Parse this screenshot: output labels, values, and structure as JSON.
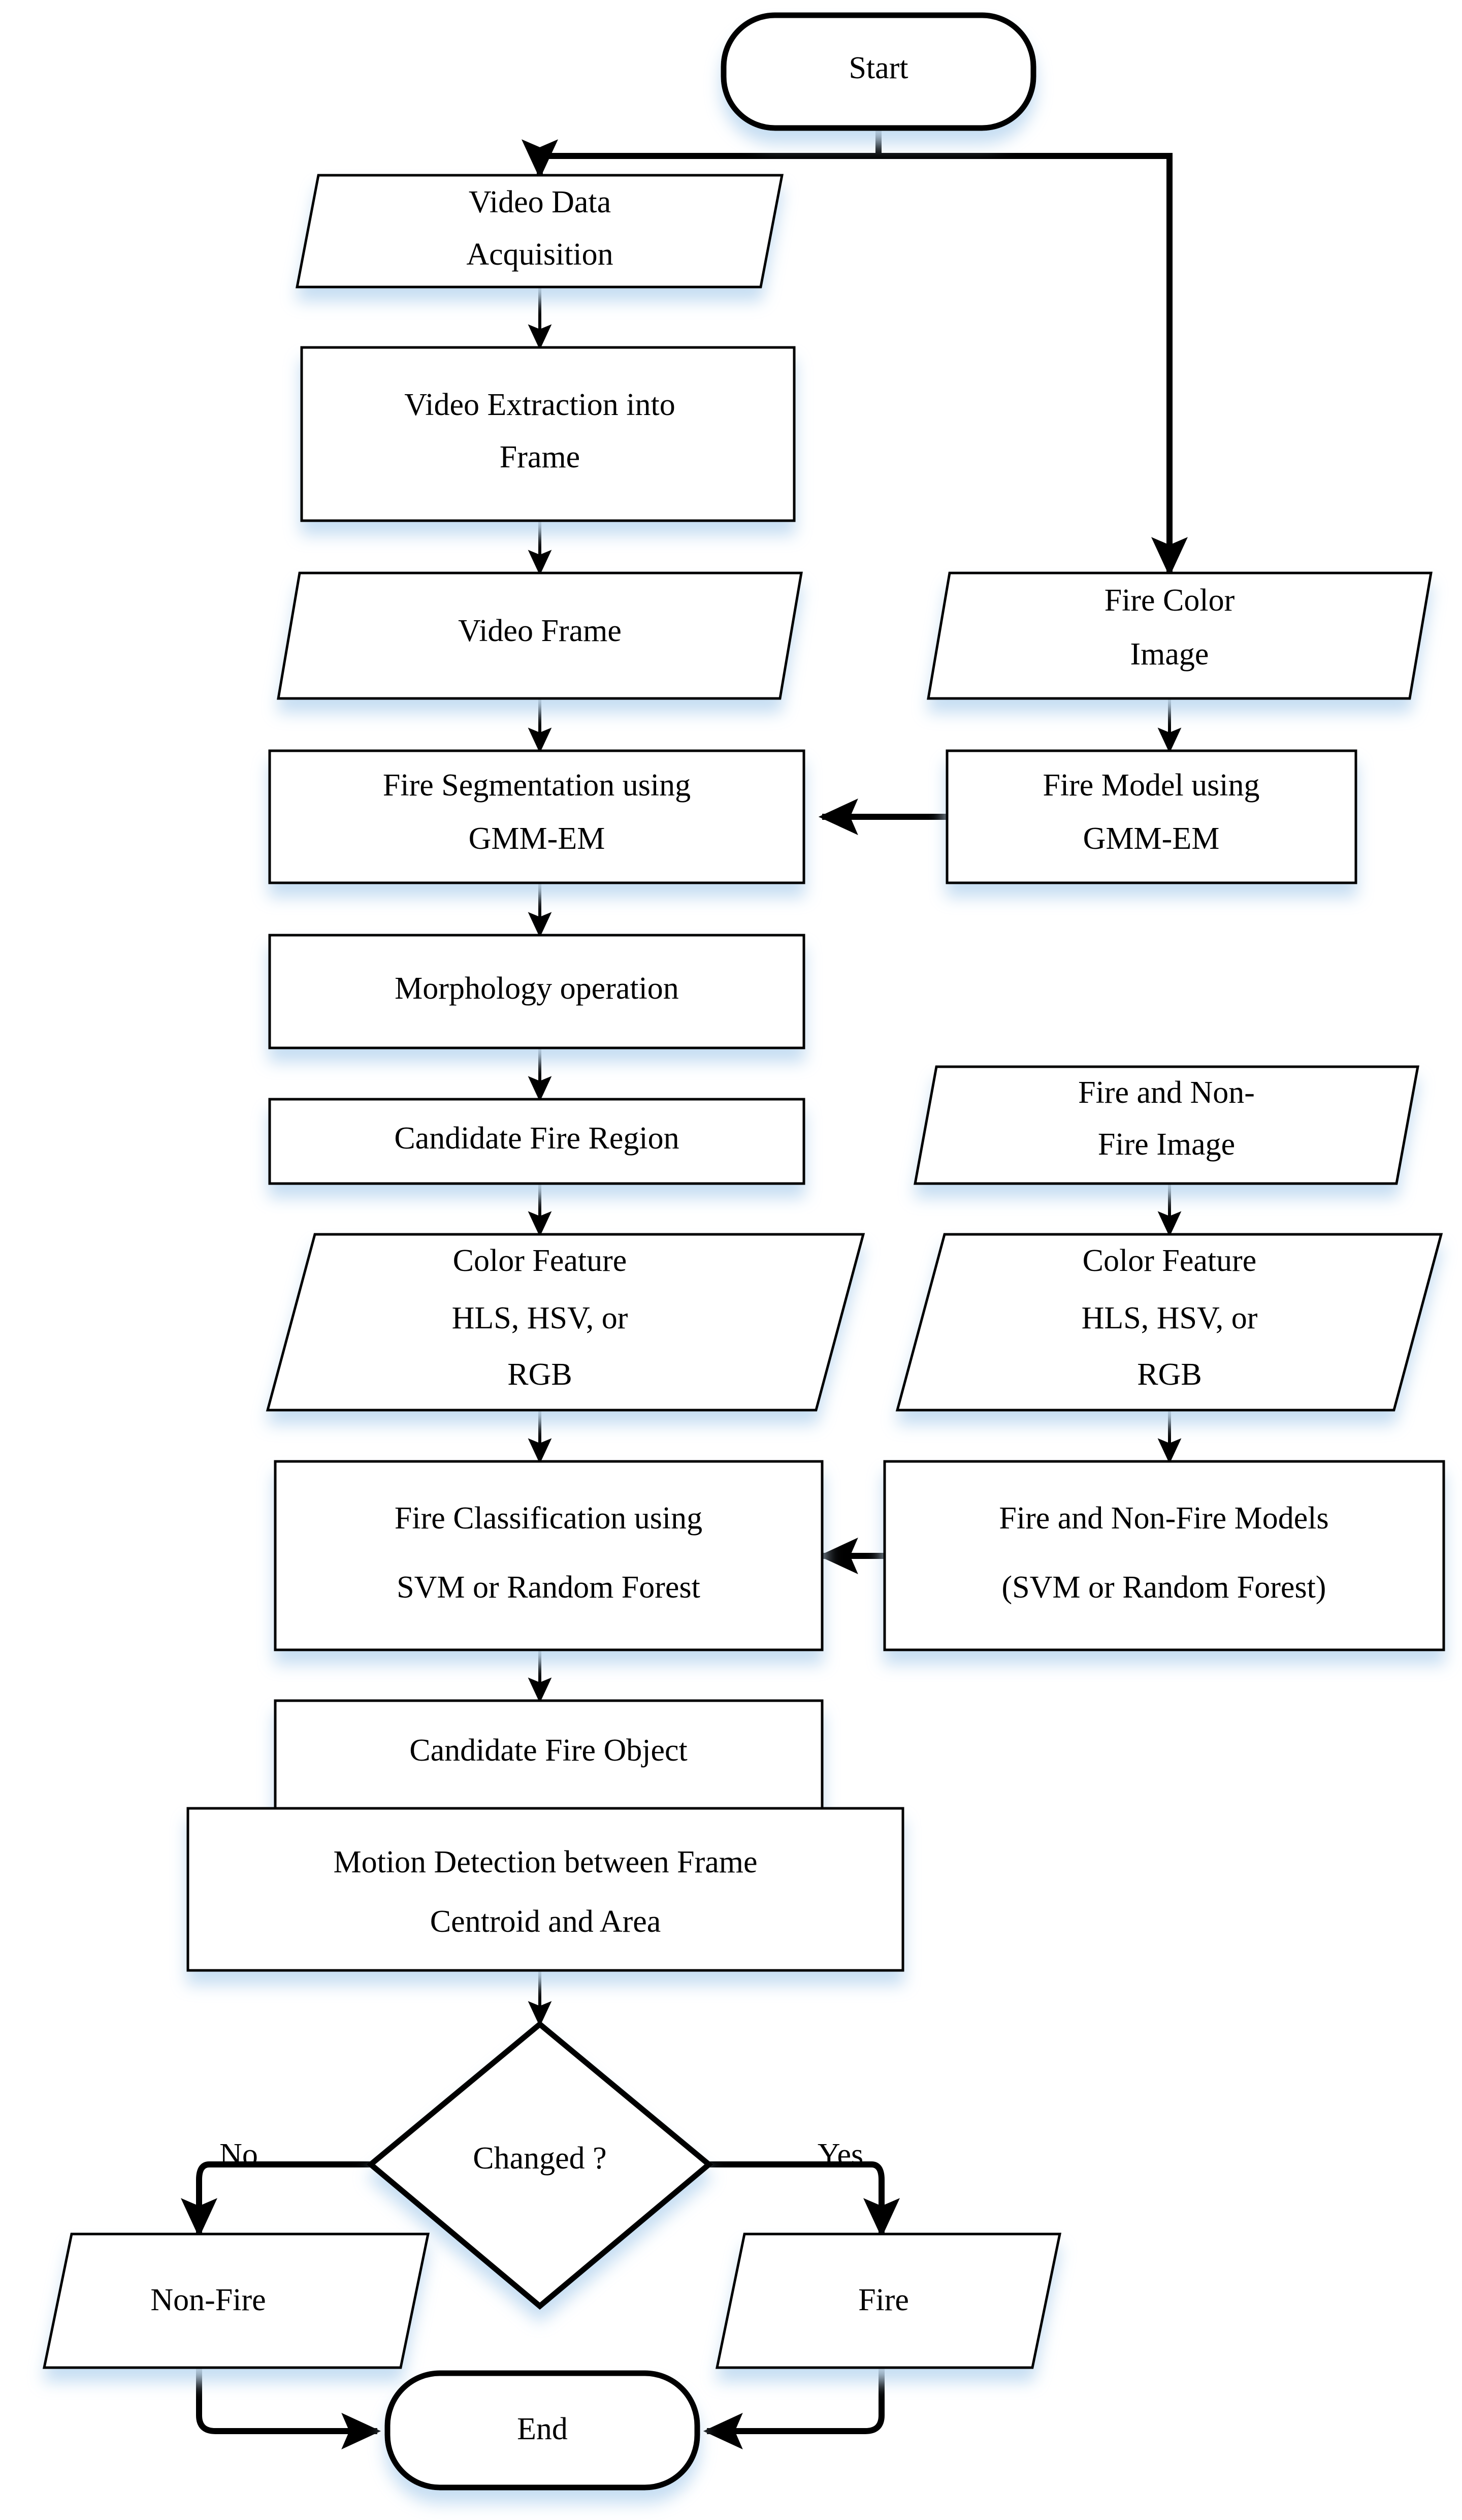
{
  "diagram": {
    "title": "Fire Detection Flowchart",
    "colors": {
      "stroke": "#000000",
      "fill": "#ffffff",
      "glow": "#dce9f7",
      "background": "#ffffff"
    },
    "nodes": [
      {
        "id": "start",
        "shape": "terminator",
        "label": "Start",
        "lines": [
          "Start"
        ]
      },
      {
        "id": "video-data",
        "shape": "parallelogram",
        "label": "Video Data Acquisition",
        "lines": [
          "Video Data",
          "Acquisition"
        ]
      },
      {
        "id": "video-extract",
        "shape": "rectangle",
        "label": "Video Extraction into Frame",
        "lines": [
          "Video Extraction into",
          "Frame"
        ]
      },
      {
        "id": "video-frame",
        "shape": "parallelogram",
        "label": "Video Frame",
        "lines": [
          "Video Frame"
        ]
      },
      {
        "id": "fire-color",
        "shape": "parallelogram",
        "label": "Fire Color Image",
        "lines": [
          "Fire Color",
          "Image"
        ]
      },
      {
        "id": "fire-seg",
        "shape": "rectangle",
        "label": "Fire Segmentation using GMM-EM",
        "lines": [
          "Fire Segmentation using",
          "GMM-EM"
        ]
      },
      {
        "id": "fire-model",
        "shape": "rectangle",
        "label": "Fire Model using GMM-EM",
        "lines": [
          "Fire Model using",
          "GMM-EM"
        ]
      },
      {
        "id": "morphology",
        "shape": "rectangle",
        "label": "Morphology operation",
        "lines": [
          "Morphology operation"
        ]
      },
      {
        "id": "cand-region",
        "shape": "rectangle",
        "label": "Candidate Fire Region",
        "lines": [
          "Candidate Fire Region"
        ]
      },
      {
        "id": "fire-nonfire-img",
        "shape": "parallelogram",
        "label": "Fire and Non-Fire Image",
        "lines": [
          "Fire and Non-",
          "Fire Image"
        ]
      },
      {
        "id": "color-feat-l",
        "shape": "parallelogram",
        "label": "Color Feature HLS, HSV, or RGB",
        "lines": [
          "Color Feature",
          "HLS, HSV, or",
          "RGB"
        ]
      },
      {
        "id": "color-feat-r",
        "shape": "parallelogram",
        "label": "Color Feature HLS, HSV, or RGB",
        "lines": [
          "Color Feature",
          "HLS, HSV, or",
          "RGB"
        ]
      },
      {
        "id": "fire-class",
        "shape": "rectangle",
        "label": "Fire Classification using SVM or Random Forest",
        "lines": [
          "Fire Classification using",
          "SVM or Random Forest"
        ]
      },
      {
        "id": "models",
        "shape": "rectangle",
        "label": "Fire and Non-Fire Models (SVM or Random Forest)",
        "lines": [
          "Fire and Non-Fire Models",
          "(SVM or Random Forest)"
        ]
      },
      {
        "id": "cand-object",
        "shape": "rectangle",
        "label": "Candidate Fire Object",
        "lines": [
          "Candidate Fire Object"
        ]
      },
      {
        "id": "motion",
        "shape": "rectangle",
        "label": "Motion Detection between Frame Centroid and Area",
        "lines": [
          "Motion Detection between Frame",
          "Centroid and Area"
        ]
      },
      {
        "id": "changed",
        "shape": "diamond",
        "label": "Changed ?",
        "lines": [
          "Changed ?"
        ]
      },
      {
        "id": "non-fire",
        "shape": "parallelogram",
        "label": "Non-Fire",
        "lines": [
          "Non-Fire"
        ]
      },
      {
        "id": "fire",
        "shape": "parallelogram",
        "label": "Fire",
        "lines": [
          "Fire"
        ]
      },
      {
        "id": "end",
        "shape": "terminator",
        "label": "End",
        "lines": [
          "End"
        ]
      }
    ],
    "edge_labels": {
      "no": "No",
      "yes": "Yes"
    },
    "edges": [
      {
        "from": "start",
        "to": "video-data",
        "label": ""
      },
      {
        "from": "start",
        "to": "fire-color",
        "label": ""
      },
      {
        "from": "video-data",
        "to": "video-extract",
        "label": ""
      },
      {
        "from": "video-extract",
        "to": "video-frame",
        "label": ""
      },
      {
        "from": "video-frame",
        "to": "fire-seg",
        "label": ""
      },
      {
        "from": "fire-color",
        "to": "fire-model",
        "label": ""
      },
      {
        "from": "fire-model",
        "to": "fire-seg",
        "label": ""
      },
      {
        "from": "fire-seg",
        "to": "morphology",
        "label": ""
      },
      {
        "from": "morphology",
        "to": "cand-region",
        "label": ""
      },
      {
        "from": "cand-region",
        "to": "color-feat-l",
        "label": ""
      },
      {
        "from": "fire-nonfire-img",
        "to": "color-feat-r",
        "label": ""
      },
      {
        "from": "color-feat-l",
        "to": "fire-class",
        "label": ""
      },
      {
        "from": "color-feat-r",
        "to": "models",
        "label": ""
      },
      {
        "from": "models",
        "to": "fire-class",
        "label": ""
      },
      {
        "from": "fire-class",
        "to": "cand-object",
        "label": ""
      },
      {
        "from": "cand-object",
        "to": "motion",
        "label": ""
      },
      {
        "from": "motion",
        "to": "changed",
        "label": ""
      },
      {
        "from": "changed",
        "to": "non-fire",
        "label": "No"
      },
      {
        "from": "changed",
        "to": "fire",
        "label": "Yes"
      },
      {
        "from": "non-fire",
        "to": "end",
        "label": ""
      },
      {
        "from": "fire",
        "to": "end",
        "label": ""
      }
    ]
  }
}
